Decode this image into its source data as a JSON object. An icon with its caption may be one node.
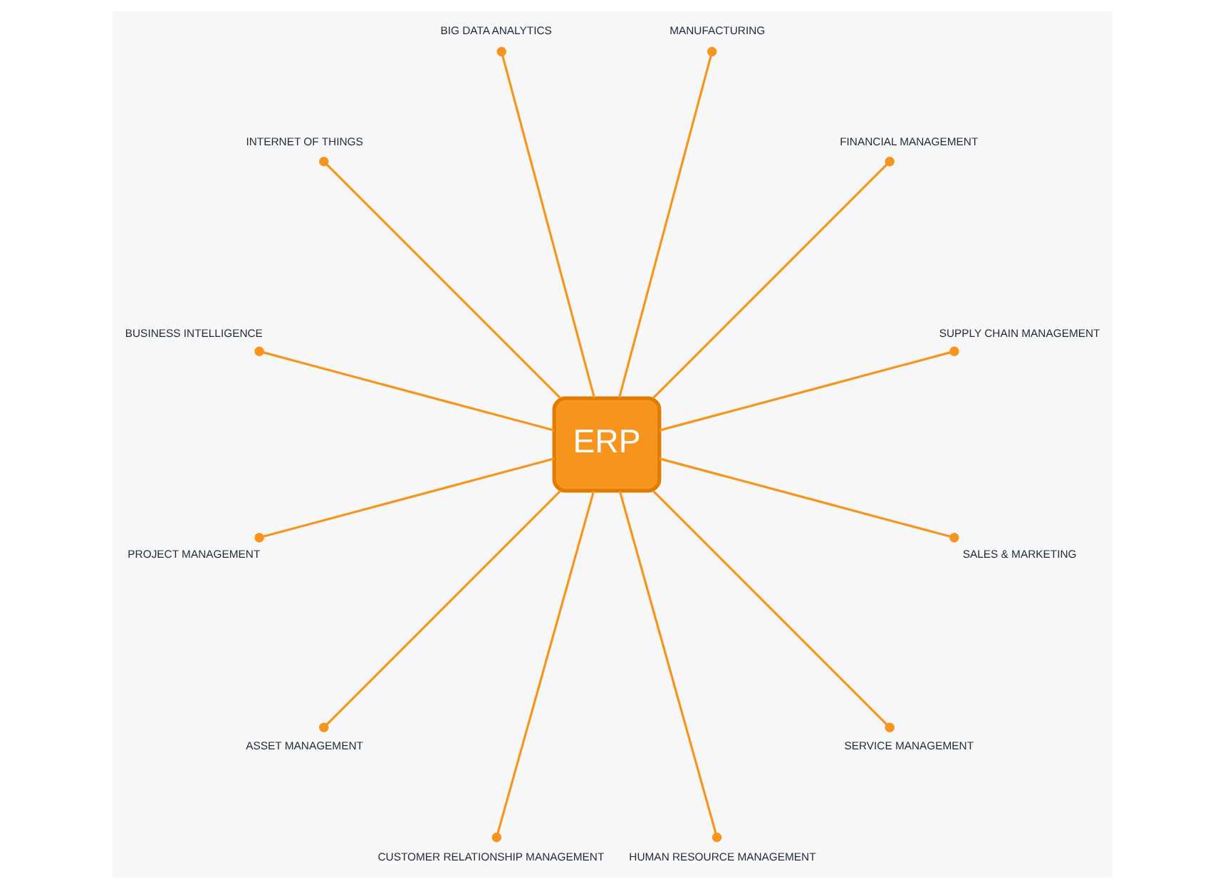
{
  "diagram": {
    "nodes": [
      {
        "text": [
          "ERP"
        ]
      },
      {
        "text": [
          "SUPPLY CHAIN MANAGEMENT"
        ]
      },
      {
        "text": [
          "FINANCIAL MANAGEMENT"
        ]
      },
      {
        "text": [
          "MANUFACTURING"
        ]
      },
      {
        "text": [
          "BIG DATA ANALYTICS"
        ]
      },
      {
        "text": [
          "INTERNET OF THINGS"
        ]
      },
      {
        "text": [
          "BUSINESS INTELLIGENCE"
        ]
      },
      {
        "text": [
          "PROJECT MANAGEMENT"
        ]
      },
      {
        "text": [
          "ASSET MANAGEMENT"
        ]
      },
      {
        "text": [
          "CUSTOMER RELATIONSHIP MANAGEMENT"
        ]
      },
      {
        "text": [
          "HUMAN RESOURCE MANAGEMENT"
        ]
      },
      {
        "text": [
          "SERVICE MANAGEMENT"
        ]
      },
      {
        "text": [
          "SALES & MARKETING"
        ]
      }
    ],
    "edges": [
      {
        "from": 0,
        "to": 1,
        "arrow": "other"
      },
      {
        "from": 0,
        "to": 2,
        "arrow": "other"
      },
      {
        "from": 0,
        "to": 3,
        "arrow": "other"
      },
      {
        "from": 0,
        "to": 4,
        "arrow": "other"
      },
      {
        "from": 0,
        "to": 5,
        "arrow": "other"
      },
      {
        "from": 0,
        "to": 6,
        "arrow": "other"
      },
      {
        "from": 0,
        "to": 7,
        "arrow": "other"
      },
      {
        "from": 0,
        "to": 8,
        "arrow": "other"
      },
      {
        "from": 0,
        "to": 9,
        "arrow": "other"
      },
      {
        "from": 0,
        "to": 10,
        "arrow": "other"
      },
      {
        "from": 0,
        "to": 11,
        "arrow": "other"
      },
      {
        "from": 0,
        "to": 12,
        "arrow": "other"
      }
    ]
  }
}
